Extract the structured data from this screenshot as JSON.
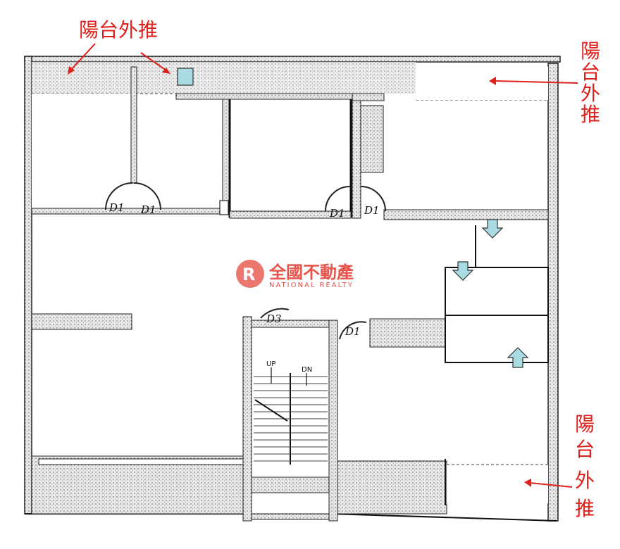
{
  "labels": {
    "balcony": "陽台外推",
    "balcony_chars": [
      "陽",
      "台",
      "外",
      "推"
    ]
  },
  "doors": [
    "D1",
    "D1",
    "D1",
    "D1",
    "D3",
    "D1"
  ],
  "stairs": {
    "up": "UP",
    "down": "DN"
  },
  "watermark": {
    "mark": "R",
    "cn": "全國不動產",
    "en": "NATIONAL REALTY"
  },
  "colors": {
    "annotation": "#e0201a",
    "arrow_fill": "#a9dce2",
    "wall_fill": "#d8d8d8",
    "watermark": "#e2372c"
  }
}
